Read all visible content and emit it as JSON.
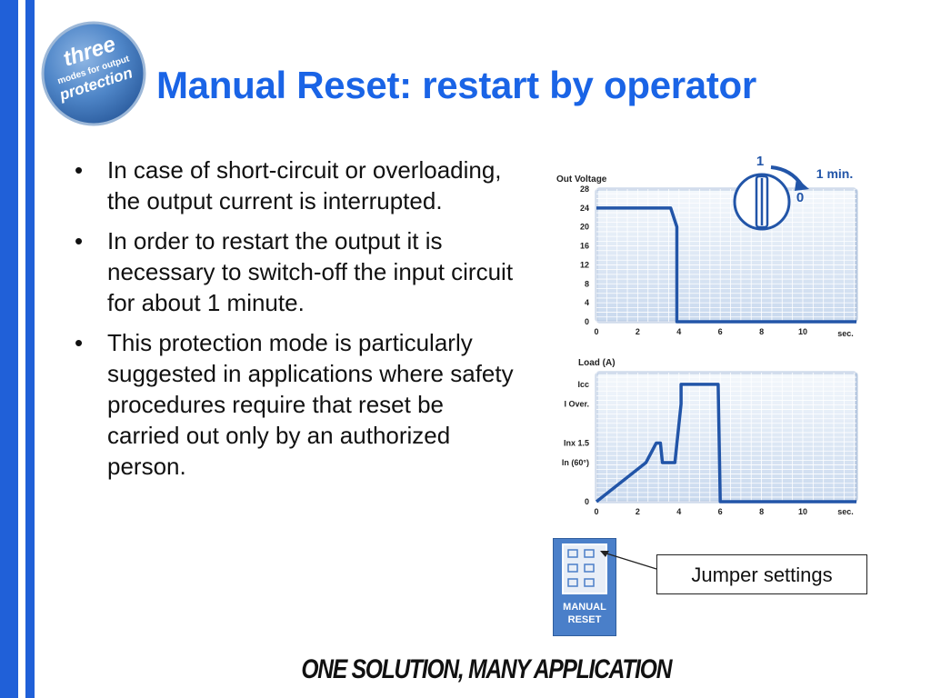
{
  "slide": {
    "title": "Manual Reset: restart by operator",
    "badge": {
      "line1": "three",
      "line2": "modes for output",
      "line3": "protection"
    },
    "bullets": [
      "In case of short-circuit or overloading, the output current is interrupted.",
      "In order to restart the output it is necessary to switch-off the input circuit for about 1 minute.",
      "This protection mode is particularly suggested in applications where safety procedures require that reset be carried out only by an authorized person."
    ],
    "footer": "ONE SOLUTION, MANY APPLICATION",
    "callout": "Jumper settings",
    "reset_label": {
      "line1": "MANUAL",
      "line2": "RESET"
    },
    "timer": {
      "on": "1",
      "off": "0",
      "duration": "1 min."
    }
  },
  "colors": {
    "accent": "#1a64e6",
    "bar": "#2060d8",
    "curve": "#2255a8",
    "grid_bg": "#dde7f4"
  },
  "chart_data": [
    {
      "type": "line",
      "title": "Out Voltage",
      "xlabel": "sec.",
      "ylabel": "",
      "x_ticks": [
        "0",
        "2",
        "4",
        "6",
        "8",
        "10"
      ],
      "y_ticks": [
        "0",
        "4",
        "8",
        "12",
        "16",
        "20",
        "24",
        "28"
      ],
      "xlim": [
        0,
        12.6
      ],
      "ylim": [
        0,
        28
      ],
      "grid": true,
      "series": [
        {
          "x": [
            0,
            3.6,
            3.9,
            3.9,
            12.6
          ],
          "y": [
            24,
            24,
            20,
            0,
            0
          ]
        }
      ]
    },
    {
      "type": "line",
      "title": "Load (A)",
      "xlabel": "sec.",
      "ylabel": "",
      "x_ticks": [
        "0",
        "2",
        "4",
        "6",
        "8",
        "10"
      ],
      "y_ticks": [
        "0",
        "In  (60°)",
        "Inx 1.5",
        "I Over.",
        "Icc"
      ],
      "y_tick_values": [
        0,
        2,
        3,
        5,
        6
      ],
      "xlim": [
        0,
        12.6
      ],
      "ylim": [
        0,
        6.6
      ],
      "grid": true,
      "series": [
        {
          "x": [
            0,
            2.4,
            2.9,
            3.1,
            3.2,
            3.8,
            4.1,
            4.1,
            5.9,
            6.0,
            12.6
          ],
          "y": [
            0,
            2,
            3,
            3,
            2,
            2,
            5,
            6,
            6,
            0,
            0
          ]
        }
      ]
    }
  ]
}
